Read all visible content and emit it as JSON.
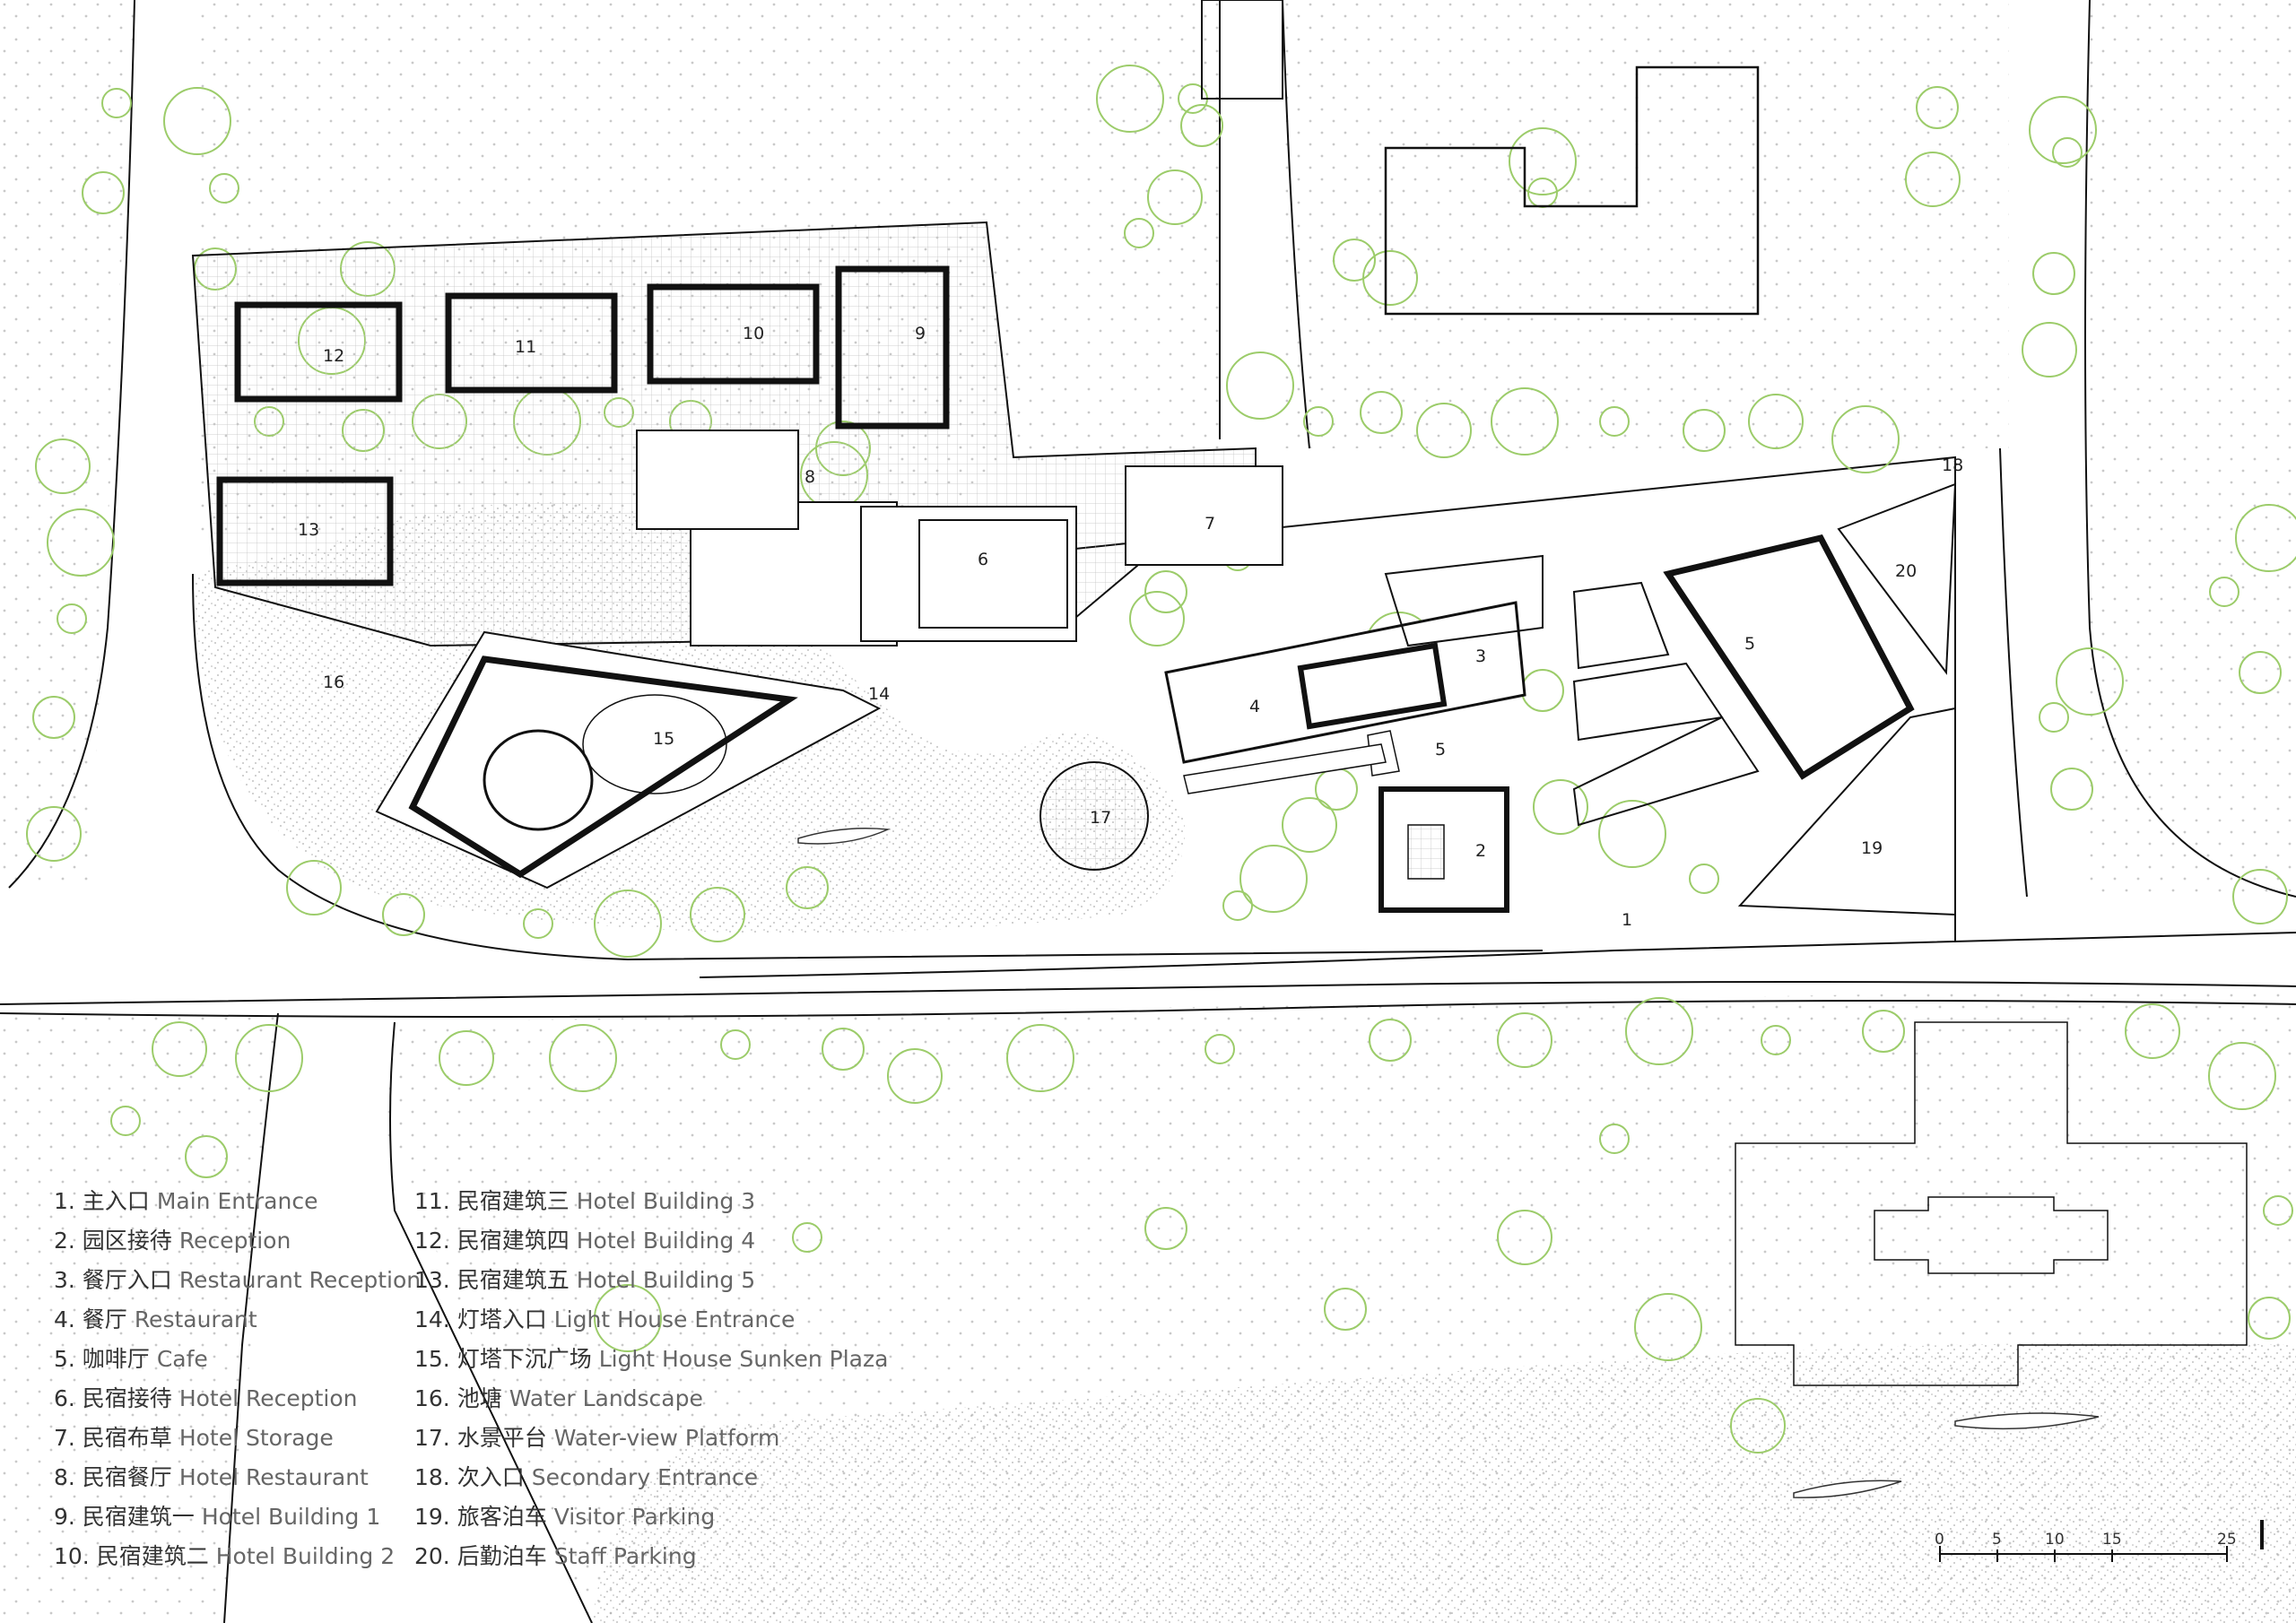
{
  "plan_labels": [
    "1",
    "2",
    "3",
    "4",
    "5",
    "5",
    "6",
    "7",
    "8",
    "9",
    "10",
    "11",
    "12",
    "13",
    "14",
    "15",
    "16",
    "17",
    "18",
    "19",
    "20"
  ],
  "legend": [
    {
      "num": "1.",
      "cn": "主入口",
      "en": "Main Entrance"
    },
    {
      "num": "2.",
      "cn": "园区接待",
      "en": "Reception"
    },
    {
      "num": "3.",
      "cn": "餐厅入口",
      "en": "Restaurant Reception"
    },
    {
      "num": "4.",
      "cn": "餐厅",
      "en": "Restaurant"
    },
    {
      "num": "5.",
      "cn": "咖啡厅",
      "en": "Cafe"
    },
    {
      "num": "6.",
      "cn": "民宿接待",
      "en": "Hotel Reception"
    },
    {
      "num": "7.",
      "cn": "民宿布草",
      "en": "Hotel Storage"
    },
    {
      "num": "8.",
      "cn": "民宿餐厅",
      "en": "Hotel Restaurant"
    },
    {
      "num": "9.",
      "cn": "民宿建筑一",
      "en": "Hotel Building 1"
    },
    {
      "num": "10.",
      "cn": "民宿建筑二",
      "en": "Hotel Building 2"
    },
    {
      "num": "11.",
      "cn": "民宿建筑三",
      "en": "Hotel Building 3"
    },
    {
      "num": "12.",
      "cn": "民宿建筑四",
      "en": "Hotel Building 4"
    },
    {
      "num": "13.",
      "cn": "民宿建筑五",
      "en": "Hotel Building 5"
    },
    {
      "num": "14.",
      "cn": "灯塔入口",
      "en": "Light House Entrance"
    },
    {
      "num": "15.",
      "cn": "灯塔下沉广场",
      "en": "Light House Sunken Plaza"
    },
    {
      "num": "16.",
      "cn": "池塘",
      "en": "Water Landscape"
    },
    {
      "num": "17.",
      "cn": "水景平台",
      "en": "Water-view Platform"
    },
    {
      "num": "18.",
      "cn": "次入口",
      "en": "Secondary Entrance"
    },
    {
      "num": "19.",
      "cn": "旅客泊车",
      "en": "Visitor Parking"
    },
    {
      "num": "20.",
      "cn": "后勤泊车",
      "en": "Staff Parking"
    }
  ],
  "scale_bar": {
    "ticks": [
      "0",
      "5",
      "10",
      "15",
      "25"
    ]
  },
  "colors": {
    "line": "#111111",
    "tree": "#9ccc6a",
    "dots": "#c9c9c9",
    "water": "#bdbdbd"
  }
}
